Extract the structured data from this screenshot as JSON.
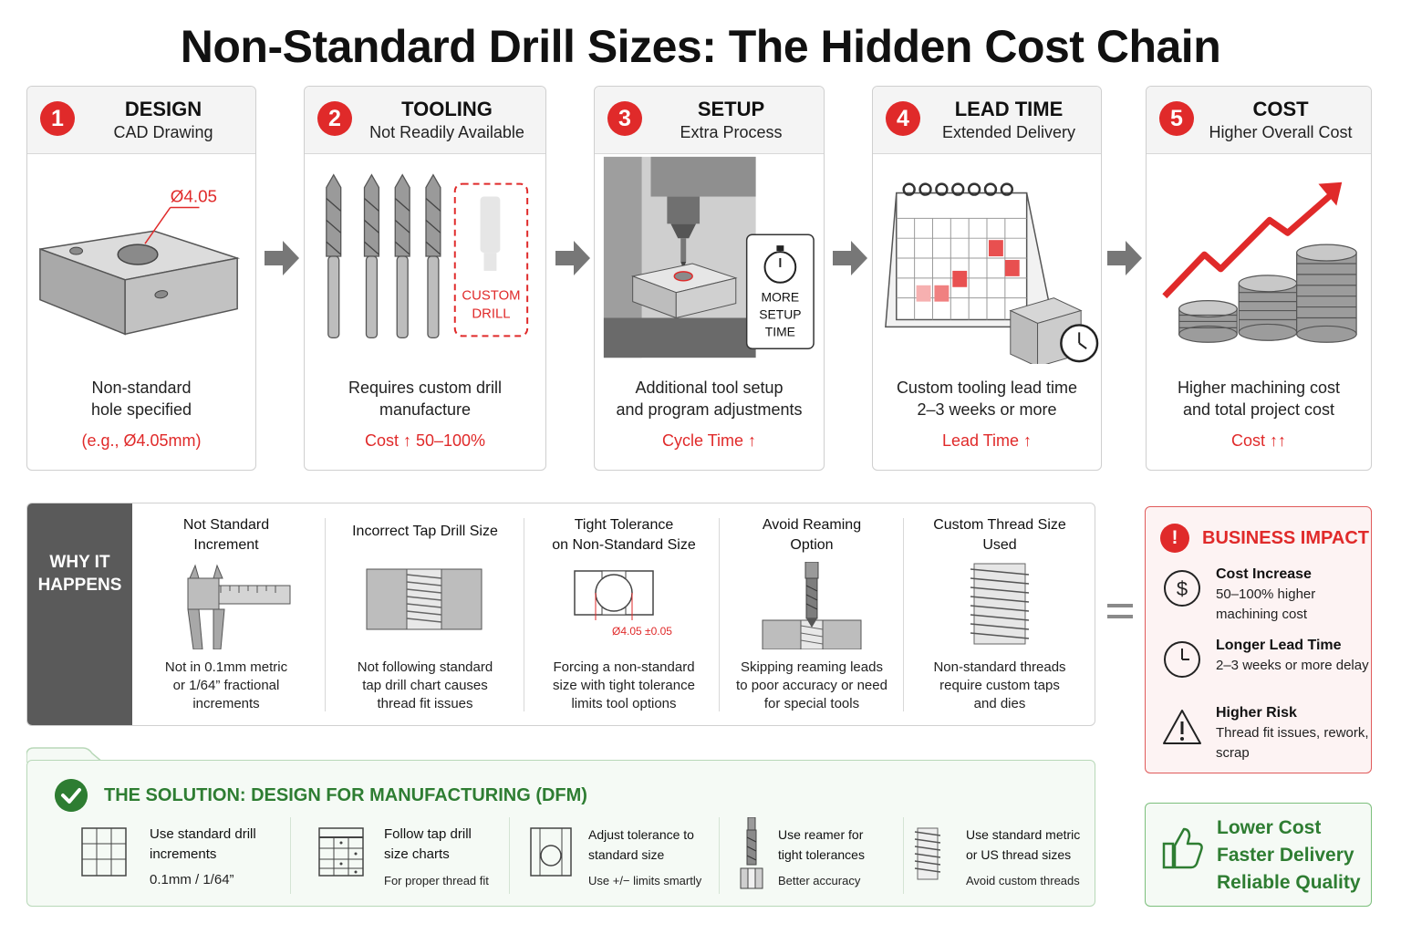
{
  "title": "Non-Standard Drill Sizes: The Hidden Cost Chain",
  "steps": [
    {
      "num": "1",
      "title": "DESIGN",
      "subtitle": "CAD Drawing",
      "callout": "Ø4.05",
      "desc": [
        "Non-standard",
        "hole specified"
      ],
      "highlight": "(e.g., Ø4.05mm)"
    },
    {
      "num": "2",
      "title": "TOOLING",
      "subtitle": "Not Readily Available",
      "callout": "CUSTOM DRILL",
      "desc": [
        "Requires custom drill",
        "manufacture"
      ],
      "highlight": "Cost ↑ 50–100%"
    },
    {
      "num": "3",
      "title": "SETUP",
      "subtitle": "Extra Process",
      "callout": "MORE SETUP TIME",
      "desc": [
        "Additional tool setup",
        "and program adjustments"
      ],
      "highlight": "Cycle Time ↑"
    },
    {
      "num": "4",
      "title": "LEAD TIME",
      "subtitle": "Extended Delivery",
      "desc": [
        "Custom tooling lead time",
        "2–3 weeks or more"
      ],
      "highlight": "Lead Time ↑"
    },
    {
      "num": "5",
      "title": "COST",
      "subtitle": "Higher Overall Cost",
      "desc": [
        "Higher machining cost",
        "and total project cost"
      ],
      "highlight": "Cost ↑↑"
    }
  ],
  "why": {
    "label": [
      "WHY IT",
      "HAPPENS"
    ],
    "reasons": [
      {
        "title": [
          "Not Standard",
          "Increment"
        ],
        "desc": [
          "Not in 0.1mm metric",
          "or 1/64” fractional",
          "increments"
        ],
        "icon": "caliper-icon"
      },
      {
        "title": [
          "Incorrect Tap Drill Size"
        ],
        "desc": [
          "Not following standard",
          "tap drill chart causes",
          "thread fit issues"
        ],
        "icon": "threaded-hole-icon"
      },
      {
        "title": [
          "Tight Tolerance",
          "on Non-Standard Size"
        ],
        "desc": [
          "Forcing a non-standard",
          "size with tight tolerance",
          "limits tool options"
        ],
        "icon": "tolerance-hole-icon",
        "callout": "Ø4.05 ±0.05"
      },
      {
        "title": [
          "Avoid Reaming",
          "Option"
        ],
        "desc": [
          "Skipping reaming leads",
          "to poor accuracy or need",
          "for special tools"
        ],
        "icon": "reamer-icon"
      },
      {
        "title": [
          "Custom Thread Size",
          "Used"
        ],
        "desc": [
          "Non-standard threads",
          "require custom taps",
          "and dies"
        ],
        "icon": "thread-icon"
      }
    ]
  },
  "impact": {
    "title": "BUSINESS IMPACT",
    "items": [
      {
        "title": "Cost Increase",
        "desc": "50–100% higher machining cost",
        "icon": "dollar-icon"
      },
      {
        "title": "Longer Lead Time",
        "desc": "2–3 weeks or more delay",
        "icon": "clock-icon"
      },
      {
        "title": "Higher Risk",
        "desc": "Thread fit issues, rework, scrap",
        "icon": "warning-icon"
      }
    ]
  },
  "solution": {
    "title": "THE SOLUTION: DESIGN FOR MANUFACTURING (DFM)",
    "items": [
      {
        "title": [
          "Use standard drill",
          "increments"
        ],
        "sub": "0.1mm / 1/64”",
        "icon": "grid-icon"
      },
      {
        "title": [
          "Follow tap drill",
          "size charts"
        ],
        "sub": "For proper thread fit",
        "icon": "chart-icon"
      },
      {
        "title": [
          "Adjust tolerance to",
          "standard size"
        ],
        "sub": "Use +/− limits smartly",
        "icon": "tolerance-icon"
      },
      {
        "title": [
          "Use reamer for",
          "tight tolerances"
        ],
        "sub": "Better accuracy",
        "icon": "reamer-icon"
      },
      {
        "title": [
          "Use standard metric",
          "or US thread sizes"
        ],
        "sub": "Avoid custom threads",
        "icon": "thread-icon"
      }
    ]
  },
  "result": {
    "lines": [
      "Lower Cost",
      "Faster Delivery",
      "Reliable Quality"
    ],
    "icon": "thumbs-up-icon"
  },
  "colors": {
    "accent_red": "#e02a2a",
    "accent_green": "#2e7d32",
    "dark_gray": "#5a5a5a"
  }
}
